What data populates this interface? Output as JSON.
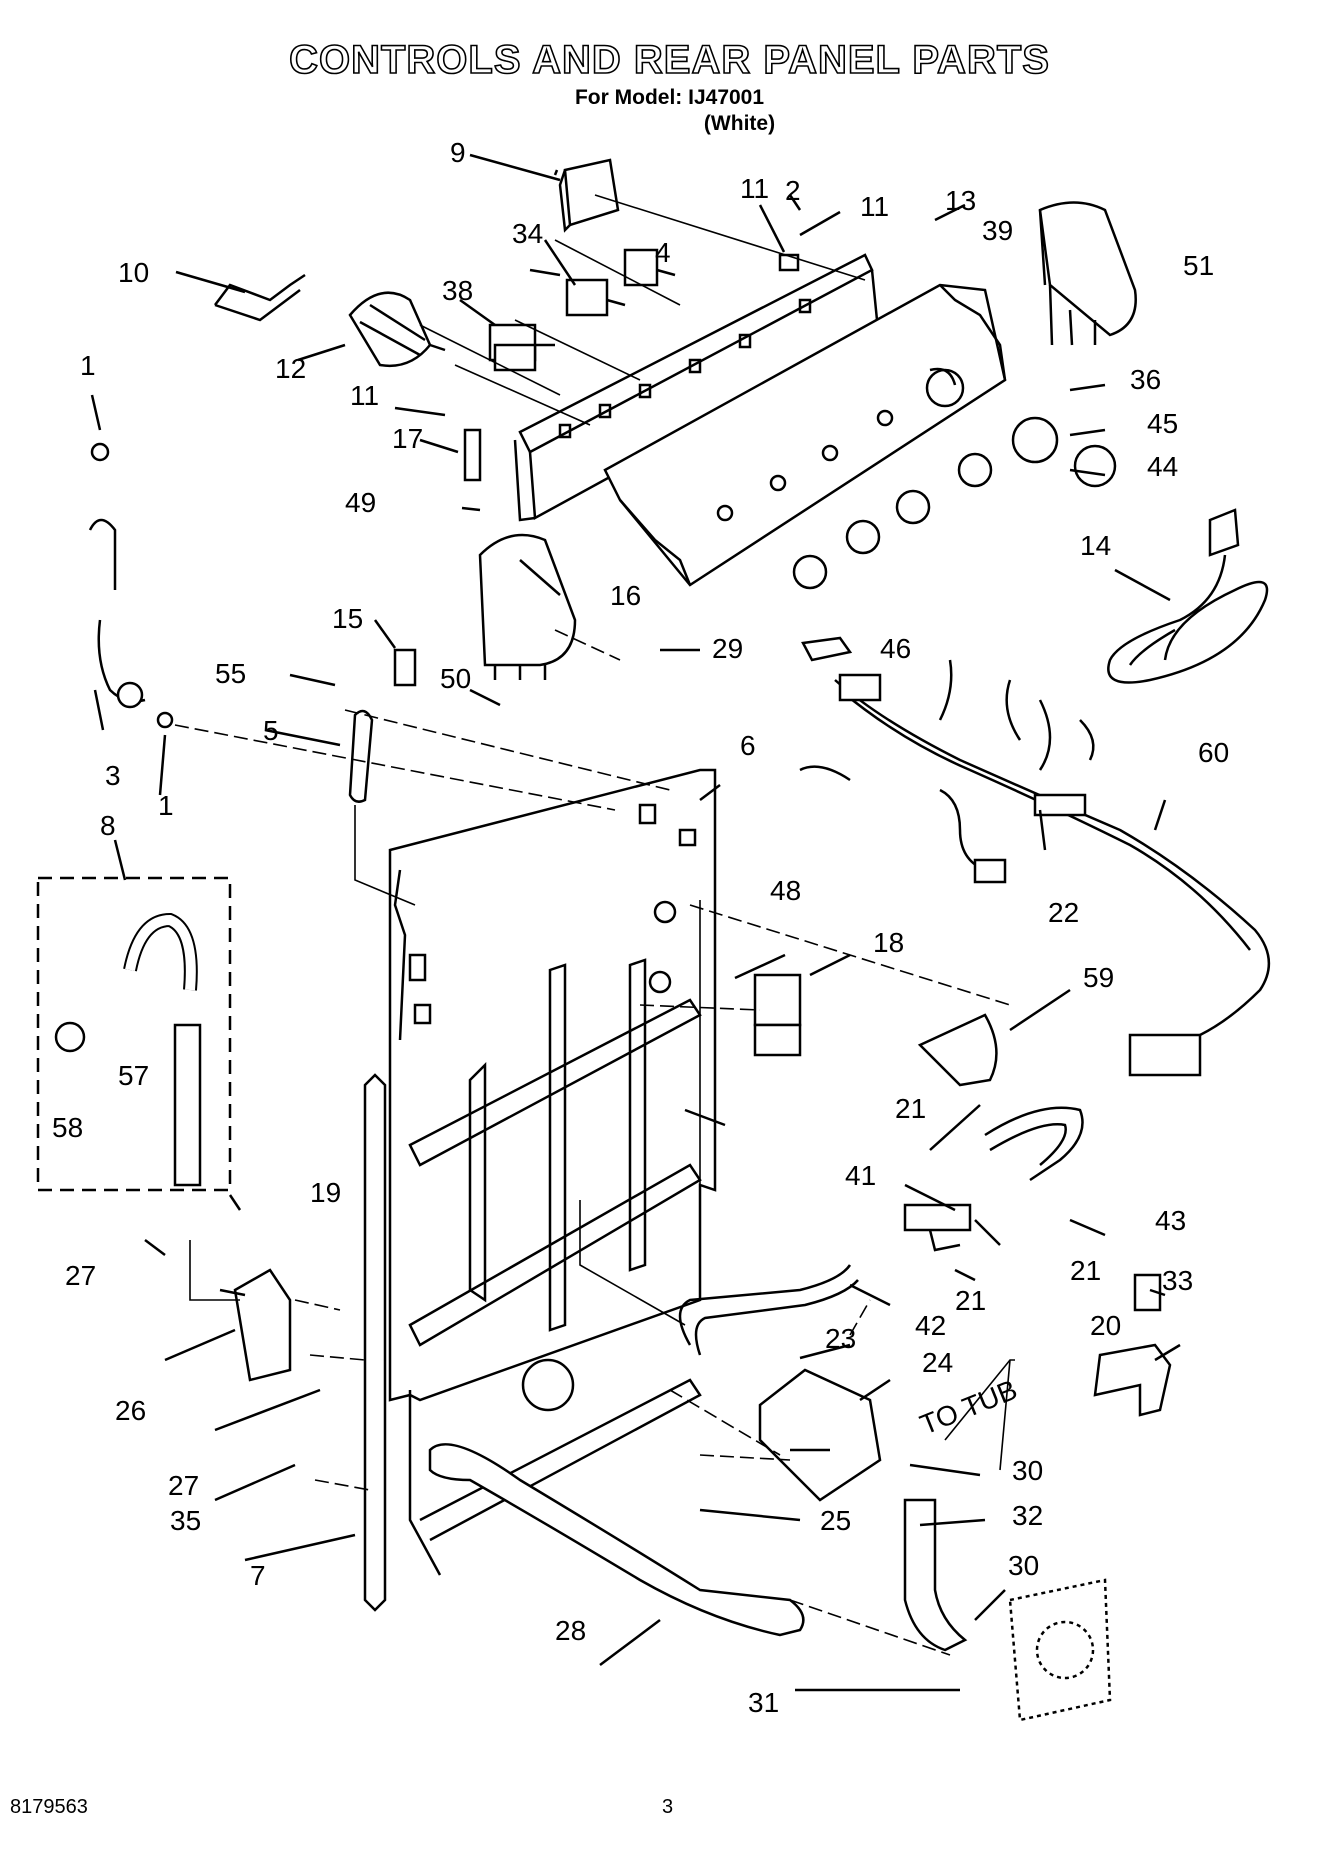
{
  "header": {
    "title": "CONTROLS AND REAR PANEL PARTS",
    "model_line": "For Model: IJ47001",
    "color_line": "(White)"
  },
  "footer": {
    "doc_number": "8179563",
    "page_number": "3"
  },
  "diagram": {
    "tub_label": "TO TUB",
    "part_labels": [
      "1",
      "1",
      "2",
      "3",
      "4",
      "5",
      "6",
      "7",
      "8",
      "9",
      "10",
      "11",
      "11",
      "11",
      "12",
      "13",
      "14",
      "15",
      "16",
      "17",
      "18",
      "19",
      "20",
      "21",
      "21",
      "21",
      "22",
      "23",
      "24",
      "25",
      "26",
      "27",
      "27",
      "28",
      "29",
      "30",
      "30",
      "31",
      "32",
      "33",
      "34",
      "35",
      "36",
      "38",
      "39",
      "41",
      "42",
      "43",
      "44",
      "45",
      "46",
      "48",
      "49",
      "50",
      "51",
      "55",
      "57",
      "58",
      "59",
      "60"
    ]
  }
}
